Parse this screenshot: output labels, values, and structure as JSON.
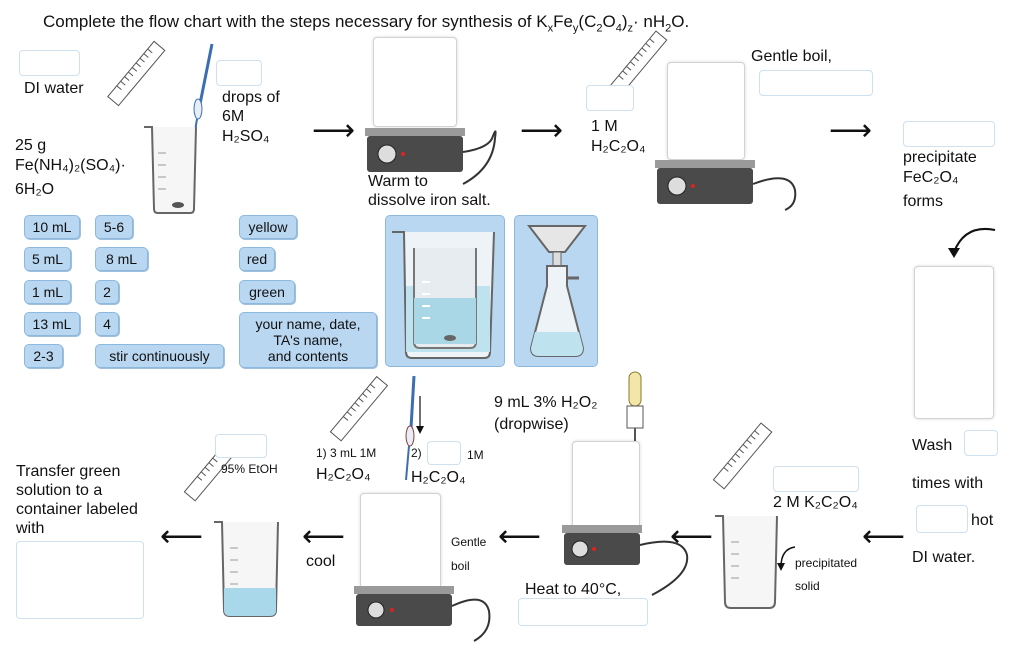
{
  "title": "Complete the flow chart with the steps necessary for synthesis of K",
  "title_sub_x": "x",
  "title_fe": "Fe",
  "title_sub_y": "y",
  "title_c2o4": "(C",
  "title_sub_2": "2",
  "title_o": "O",
  "title_sub_4": "4",
  "title_close": ")",
  "title_sub_z": "z",
  "title_end": "· nH",
  "title_sub_h2": "2",
  "title_o_end": "O.",
  "step1": {
    "di_water": "DI water",
    "drops_of": "drops of",
    "six_m": "6M",
    "h2so4": "H₂SO₄",
    "mass": "25 g",
    "salt_line1": "Fe(NH₄)₂(SO₄)·",
    "salt_line2": "6H₂O"
  },
  "step2": {
    "warm_line1": "Warm to",
    "warm_line2": "dissolve iron salt."
  },
  "step3": {
    "conc": "1 M",
    "reagent": "H₂C₂O₄",
    "gentle_boil": "Gentle boil,"
  },
  "step4": {
    "line1": "precipitate",
    "line2": "FeC₂O₄",
    "line3": "forms"
  },
  "wash": {
    "wash": "Wash",
    "times_with": "times with",
    "hot": "hot",
    "di_water": "DI water."
  },
  "step6": {
    "reagent": "2 M K₂C₂O₄",
    "precip_line1": "precipitated",
    "precip_line2": "solid"
  },
  "step7": {
    "h2o2": "9 mL 3% H₂O₂",
    "dropwise": "(dropwise)",
    "heat": "Heat to 40°C,"
  },
  "step8": {
    "one": "1) 3 mL 1M",
    "one_reagent": "H₂C₂O₄",
    "two": "2)",
    "two_conc": "1M",
    "two_reagent": "H₂C₂O₄",
    "gentle": "Gentle",
    "boil": "boil",
    "cool": "cool"
  },
  "step9": {
    "etoh": "95% EtOH",
    "transfer_line1": "Transfer green",
    "transfer_line2": "solution to a",
    "transfer_line3": "container labeled",
    "transfer_line4": "with"
  },
  "tiles": {
    "t10ml": "10 mL",
    "t5_6": "5-6",
    "t5ml": "5 mL",
    "t8ml": "8 mL",
    "t1ml": "1 mL",
    "t2": "2",
    "t13ml": "13 mL",
    "t4": "4",
    "t2_3": "2-3",
    "stir": "stir continuously",
    "yellow": "yellow",
    "red": "red",
    "green": "green",
    "label_line1": "your name, date,",
    "label_line2": "TA's name,",
    "label_line3": "and contents"
  },
  "arrow_glyph": "⟶",
  "arrow_left_glyph": "⟵",
  "colors": {
    "tile": "#b9d7f1",
    "tile_border": "#8db8de",
    "drop_border": "#cfe0ee",
    "hotplate": "#4a4a4a"
  }
}
